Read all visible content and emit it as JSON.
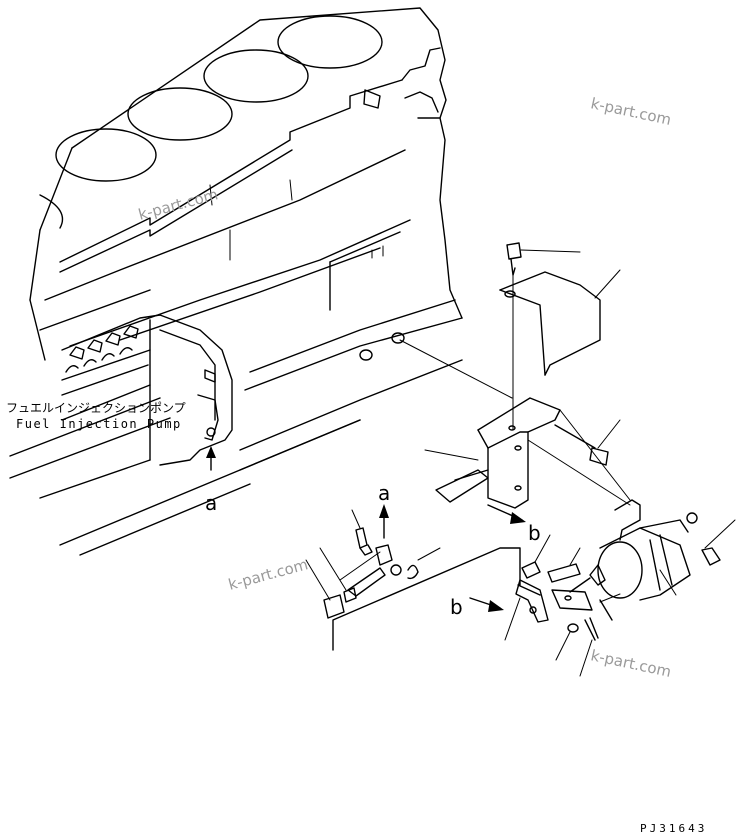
{
  "labels": {
    "pump_jp": "フュエルインジェクションポンプ",
    "pump_en": "Fuel Injection Pump",
    "ref_a_1": "a",
    "ref_a_2": "a",
    "ref_b_1": "b",
    "ref_b_2": "b",
    "drawing_code": "PJ31643"
  },
  "watermarks": [
    "k-part.com",
    "k-part.com",
    "k-part.com",
    "k-part.com"
  ],
  "colors": {
    "line": "#000000",
    "watermark": "#9a9a9a",
    "background": "#ffffff"
  }
}
